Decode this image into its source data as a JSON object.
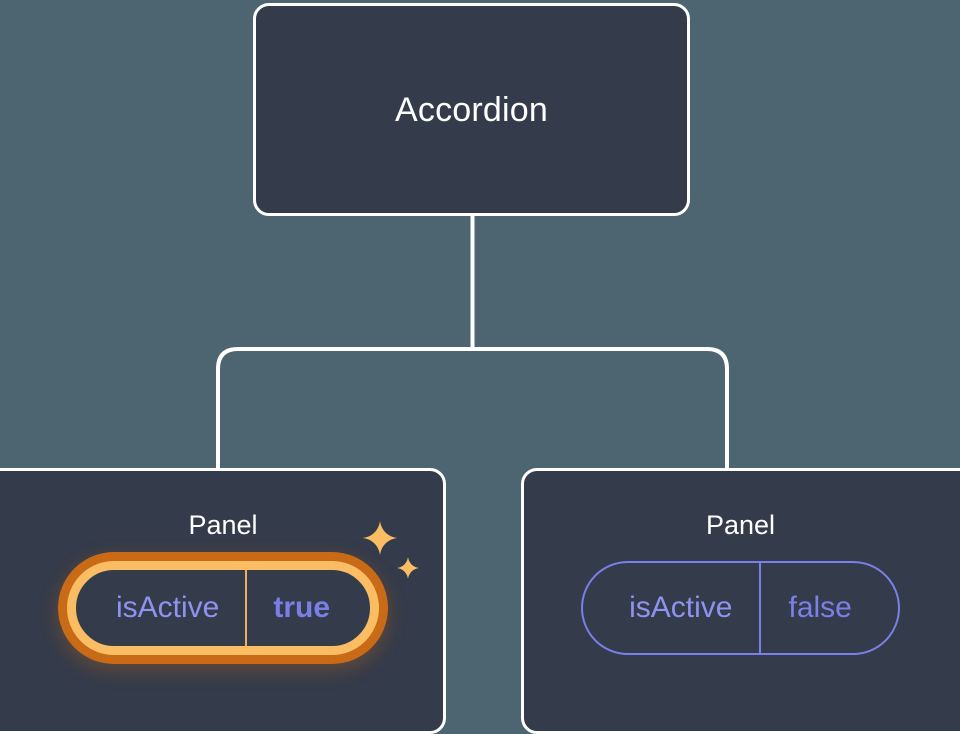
{
  "theme": {
    "background": "#4d6570",
    "card_fill": "#343b4a",
    "card_border": "#ffffff",
    "connector": "#ffffff",
    "prop_text": "#8e93ef",
    "prop_border": "#7b80e8",
    "highlight_inner_ring": "#fabd63",
    "highlight_outer_ring": "#c96a16",
    "sparkle": "#fabd63"
  },
  "tree": {
    "root": {
      "label": "Accordion"
    },
    "children": [
      {
        "label": "Panel",
        "highlighted": true,
        "prop": {
          "key": "isActive",
          "value": "true"
        },
        "sparkle_big_icon": "sparkle-icon",
        "sparkle_small_icon": "sparkle-icon"
      },
      {
        "label": "Panel",
        "highlighted": false,
        "prop": {
          "key": "isActive",
          "value": "false"
        }
      }
    ]
  }
}
